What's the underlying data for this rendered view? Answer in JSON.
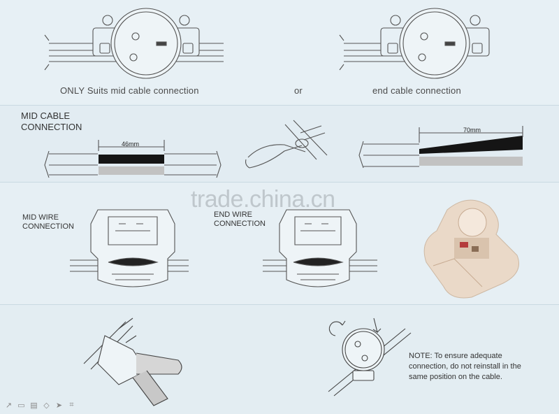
{
  "top": {
    "caption_mid": "ONLY Suits mid cable connection",
    "caption_or": "or",
    "caption_end": "end cable connection"
  },
  "mid_cable": {
    "title_line1": "MID CABLE",
    "title_line2": "CONNECTION",
    "strip_length": "46mm",
    "end_strip_length": "70mm"
  },
  "wire": {
    "mid_title_line1": "MID WIRE",
    "mid_title_line2": "CONNECTION",
    "end_title_line1": "END WIRE",
    "end_title_line2": "CONNECTION"
  },
  "watermark": "trade.china.cn",
  "note": "NOTE: To ensure adequate connection, do not reinstall in the same position on the cable.",
  "toolbar": {
    "icons": [
      "pointer-icon",
      "save-icon",
      "print-icon",
      "tag-icon",
      "cursor-icon",
      "crop-icon"
    ]
  }
}
